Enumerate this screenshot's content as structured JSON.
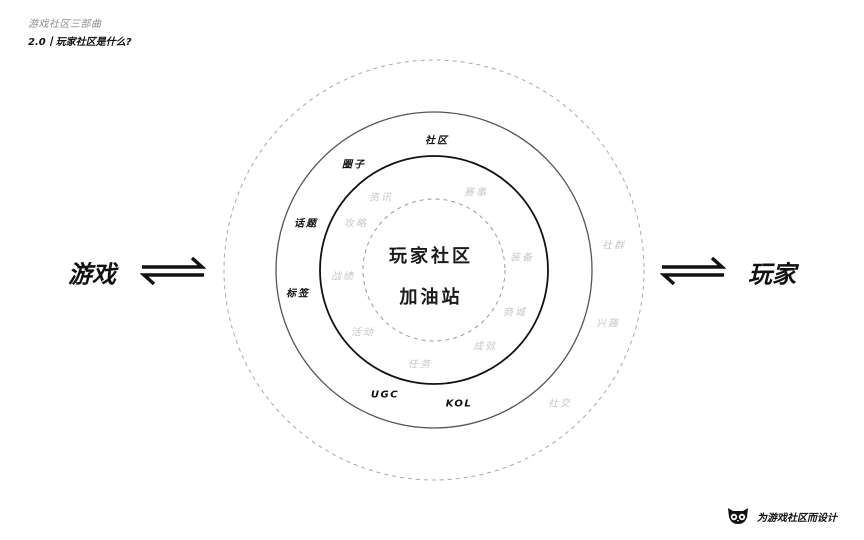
{
  "header": {
    "series": "游戏社区三部曲",
    "title": "2.0丨玩家社区是什么?"
  },
  "diagram": {
    "center": {
      "line1": "玩家社区",
      "line2": "加油站"
    },
    "left_term": "游戏",
    "right_term": "玩家",
    "arrow_symbol": "⇌",
    "rings": {
      "outer_dashed": [
        "社群",
        "兴趣",
        "社交"
      ],
      "middle_solid": [
        "社区",
        "圈子",
        "话题",
        "标签",
        "UGC",
        "KOL"
      ],
      "inner_solid": [
        "资讯",
        "赛事",
        "攻略",
        "装备",
        "战绩",
        "商城",
        "活动",
        "成就",
        "任务"
      ]
    },
    "colors": {
      "dark": "#111111",
      "faint": "#c8c8c8",
      "dashed": "#a0a0a0"
    }
  },
  "footer": {
    "logo_icon": "owl-logo-icon",
    "text": "为游戏社区而设计"
  }
}
